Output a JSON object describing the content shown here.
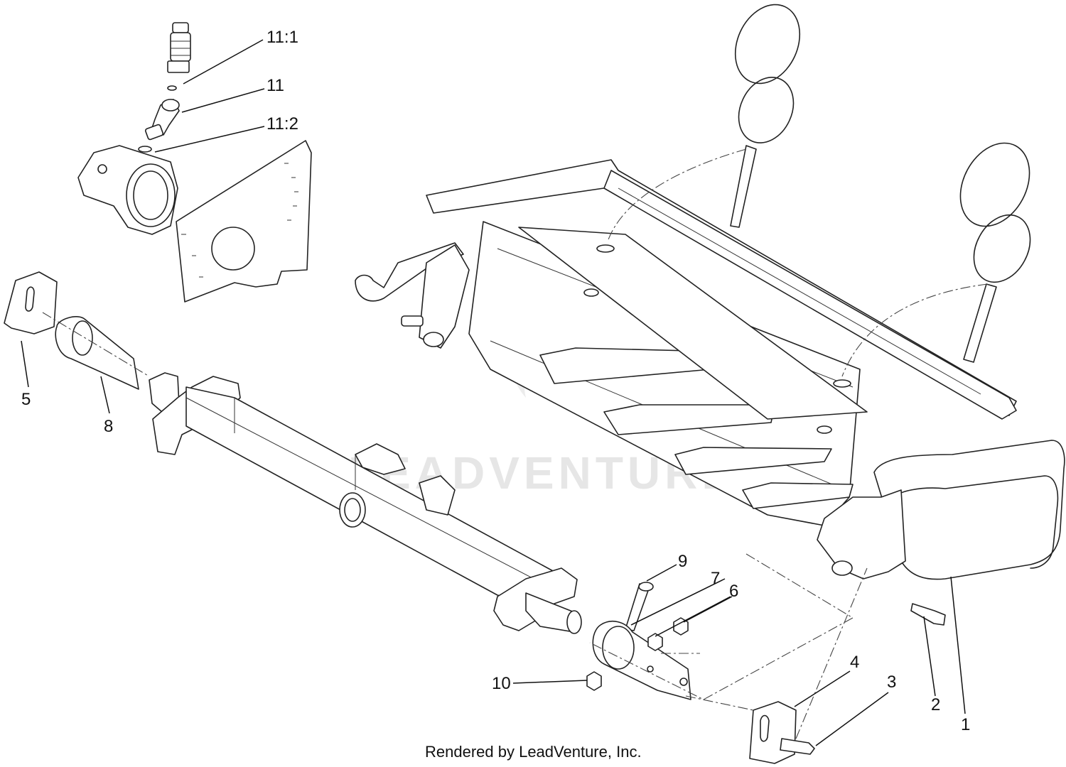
{
  "watermark_text": "LEADVENTURE",
  "footer_text": "Rendered by LeadVenture, Inc.",
  "callouts": [
    {
      "id": "11-1",
      "label": "11:1"
    },
    {
      "id": "11",
      "label": "11"
    },
    {
      "id": "11-2",
      "label": "11:2"
    },
    {
      "id": "5",
      "label": "5"
    },
    {
      "id": "8",
      "label": "8"
    },
    {
      "id": "9",
      "label": "9"
    },
    {
      "id": "7",
      "label": "7"
    },
    {
      "id": "6",
      "label": "6"
    },
    {
      "id": "10",
      "label": "10"
    },
    {
      "id": "4",
      "label": "4"
    },
    {
      "id": "3",
      "label": "3"
    },
    {
      "id": "2",
      "label": "2"
    },
    {
      "id": "1",
      "label": "1"
    }
  ],
  "colors": {
    "line": "#222222",
    "background": "#ffffff",
    "watermark": "#e6e6e6"
  }
}
